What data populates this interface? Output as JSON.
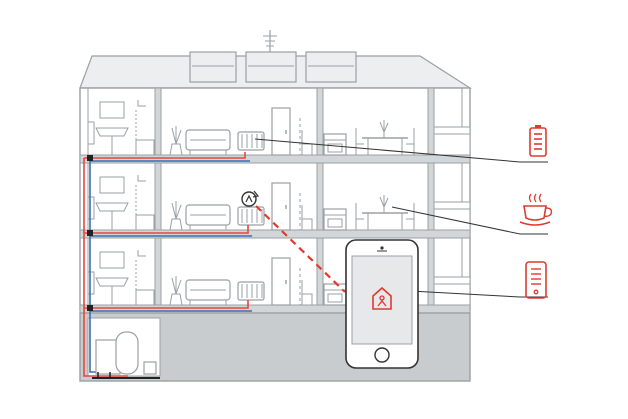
{
  "colors": {
    "outline": "#9aa0a4",
    "wall_fill": "#ffffff",
    "roof_fill": "#eceeef",
    "floor_fill": "#d3d6d8",
    "basement_fill": "#c9ccce",
    "pipe_hot": "#e8463c",
    "pipe_cold": "#3a6fb5",
    "accent": "#e03a2f",
    "phone_body": "#ffffff",
    "phone_screen": "#e6e8e9",
    "leader_line": "#333333"
  },
  "icons": {
    "battery": "battery-icon",
    "coffee": "coffee-cup-icon",
    "tablet": "tablet-icon",
    "thermostat": "thermostat-icon",
    "home_app": "home-app-icon",
    "antenna": "antenna-icon",
    "boiler": "boiler-icon"
  },
  "floors": [
    {
      "name": "top-floor"
    },
    {
      "name": "middle-floor"
    },
    {
      "name": "ground-floor"
    }
  ]
}
